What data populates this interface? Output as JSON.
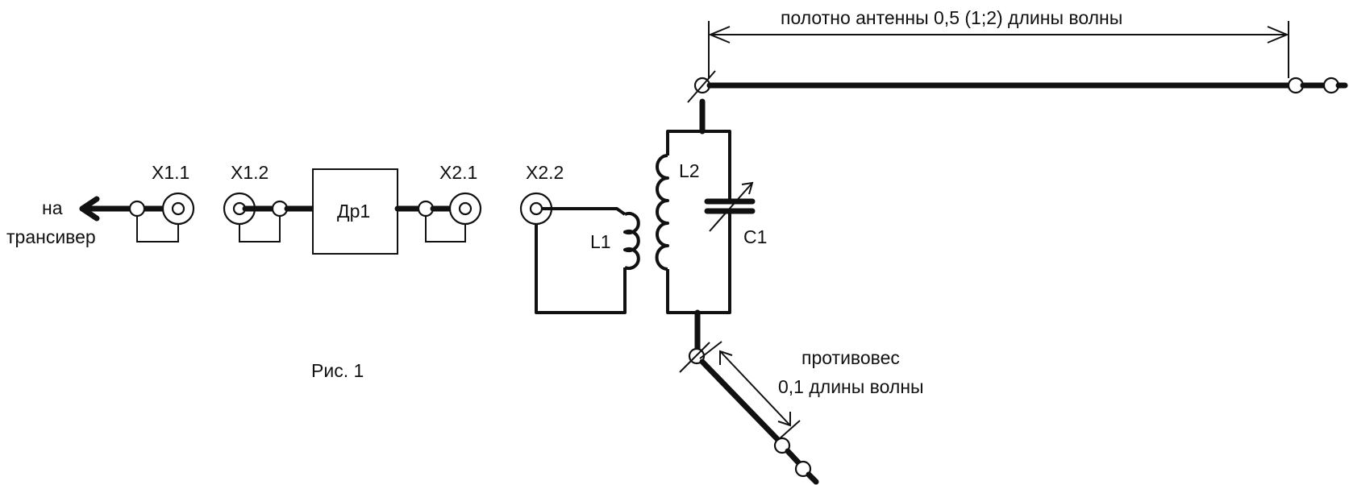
{
  "diagram": {
    "transceiver_label_line1": "на",
    "transceiver_label_line2": "трансивер",
    "connector_x11": "X1.1",
    "connector_x12": "X1.2",
    "choke_label": "Др1",
    "connector_x21": "X2.1",
    "connector_x22": "X2.2",
    "coil_l1": "L1",
    "coil_l2": "L2",
    "capacitor_c1": "C1",
    "antenna_length_label": "полотно антенны 0,5 (1;2) длины волны",
    "counterpoise_label_line1": "противовес",
    "counterpoise_label_line2": "0,1 длины волны",
    "figure_caption": "Рис. 1"
  }
}
